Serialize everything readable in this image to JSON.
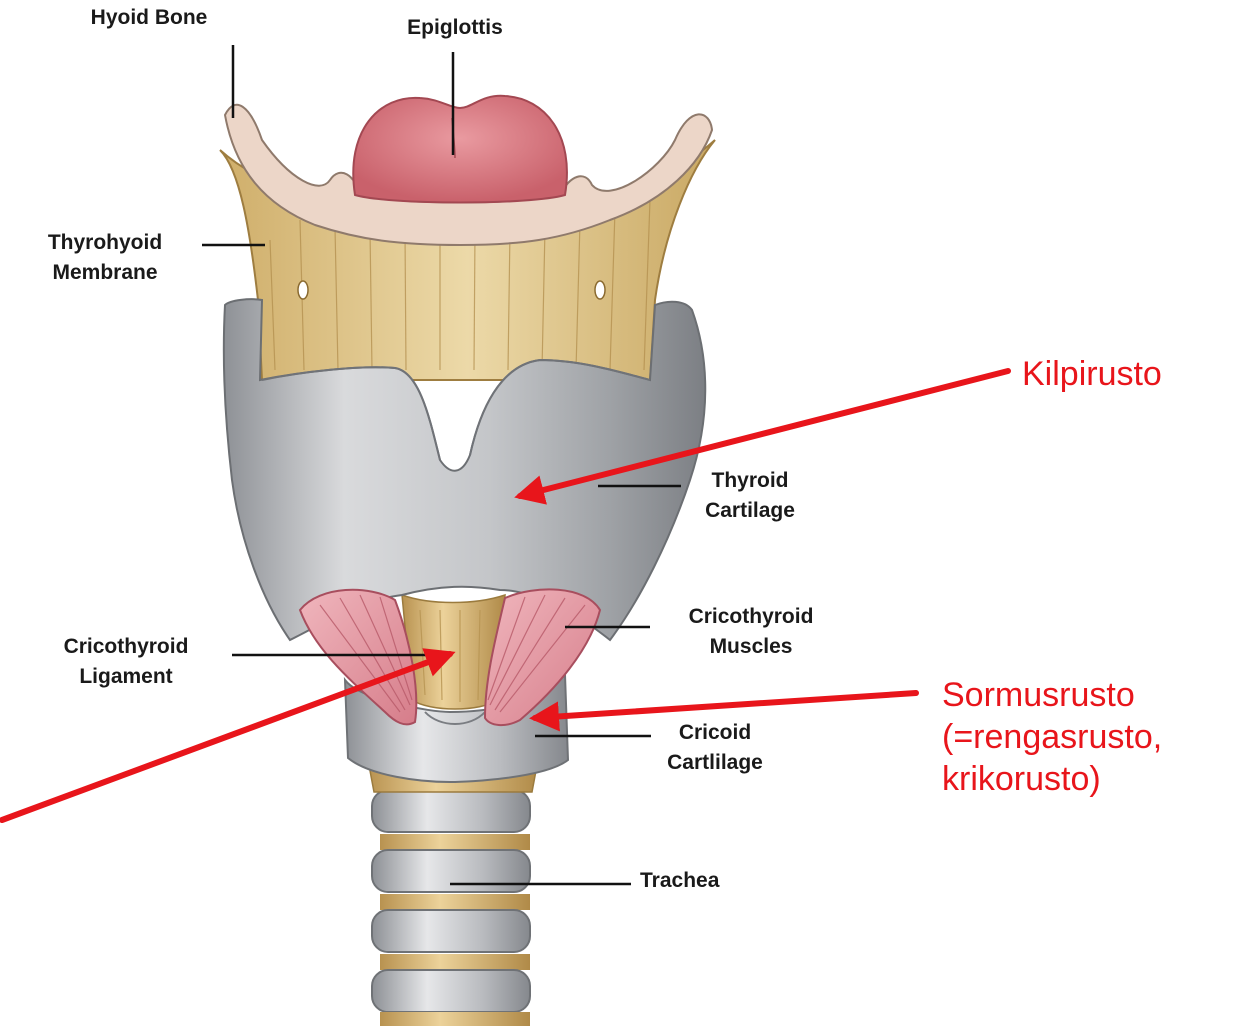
{
  "labels": {
    "hyoid_bone": "Hyoid Bone",
    "epiglottis": "Epiglottis",
    "thyrohyoid_line1": "Thyrohyoid",
    "thyrohyoid_line2": "Membrane",
    "thyroid_line1": "Thyroid",
    "thyroid_line2": "Cartilage",
    "cricothyroid_muscles_line1": "Cricothyroid",
    "cricothyroid_muscles_line2": "Muscles",
    "cricothyroid_ligament_line1": "Cricothyroid",
    "cricothyroid_ligament_line2": "Ligament",
    "cricoid_line1": "Cricoid",
    "cricoid_line2": "Cartlilage",
    "trachea": "Trachea"
  },
  "annotations": {
    "kilpirusto": "Kilpirusto",
    "sormusrusto_line1": "Sormusrusto",
    "sormusrusto_line2": "(=rengasrusto,",
    "sormusrusto_line3": "krikorusto)"
  },
  "colors": {
    "annotation_red": "#e8151b",
    "label_text": "#1a1a1a",
    "cartilage_gray": "#c8cacd",
    "membrane_tan": "#e2c98e",
    "hyoid_pink": "#ecd6c8",
    "epiglottis_red": "#d9727a",
    "muscle_pink": "#e497a3"
  }
}
